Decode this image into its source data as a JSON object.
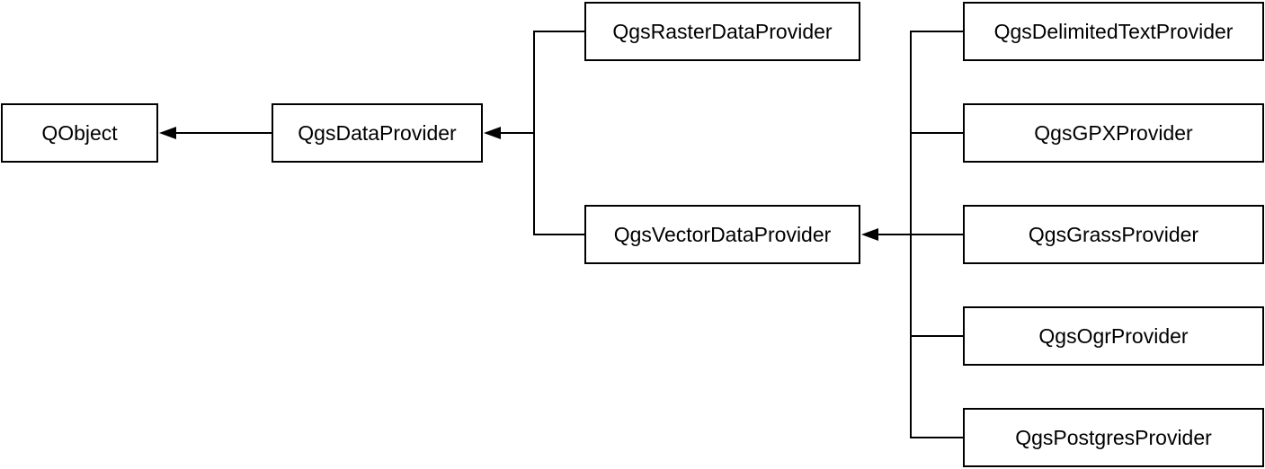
{
  "diagram": {
    "kind": "class-inheritance-diagram",
    "colors": {
      "background": "#ffffff",
      "box_fill": "#ffffff",
      "box_border": "#000000",
      "line": "#000000",
      "text": "#000000"
    },
    "nodes": [
      {
        "id": "qobject",
        "label": "QObject"
      },
      {
        "id": "qgsdataprovider",
        "label": "QgsDataProvider"
      },
      {
        "id": "qgsrasterdataprovider",
        "label": "QgsRasterDataProvider"
      },
      {
        "id": "qgsvectordataprovider",
        "label": "QgsVectorDataProvider"
      },
      {
        "id": "qgsdelimitedtextprovider",
        "label": "QgsDelimitedTextProvider"
      },
      {
        "id": "qgsgpxprovider",
        "label": "QgsGPXProvider"
      },
      {
        "id": "qgsgrassprovider",
        "label": "QgsGrassProvider"
      },
      {
        "id": "qgsogrprovider",
        "label": "QgsOgrProvider"
      },
      {
        "id": "qgspostgresprovider",
        "label": "QgsPostgresProvider"
      }
    ],
    "edges": [
      {
        "from": "QgsDataProvider",
        "to": "QObject",
        "type": "inherits-arrow"
      },
      {
        "from": "QgsRasterDataProvider",
        "to": "QgsDataProvider",
        "type": "inherits-arrow"
      },
      {
        "from": "QgsVectorDataProvider",
        "to": "QgsDataProvider",
        "type": "inherits-arrow"
      },
      {
        "from": "QgsDelimitedTextProvider",
        "to": "QgsVectorDataProvider",
        "type": "inherits-arrow"
      },
      {
        "from": "QgsGPXProvider",
        "to": "QgsVectorDataProvider",
        "type": "inherits-arrow"
      },
      {
        "from": "QgsGrassProvider",
        "to": "QgsVectorDataProvider",
        "type": "inherits-arrow"
      },
      {
        "from": "QgsOgrProvider",
        "to": "QgsVectorDataProvider",
        "type": "inherits-arrow"
      },
      {
        "from": "QgsPostgresProvider",
        "to": "QgsVectorDataProvider",
        "type": "inherits-arrow"
      }
    ]
  }
}
